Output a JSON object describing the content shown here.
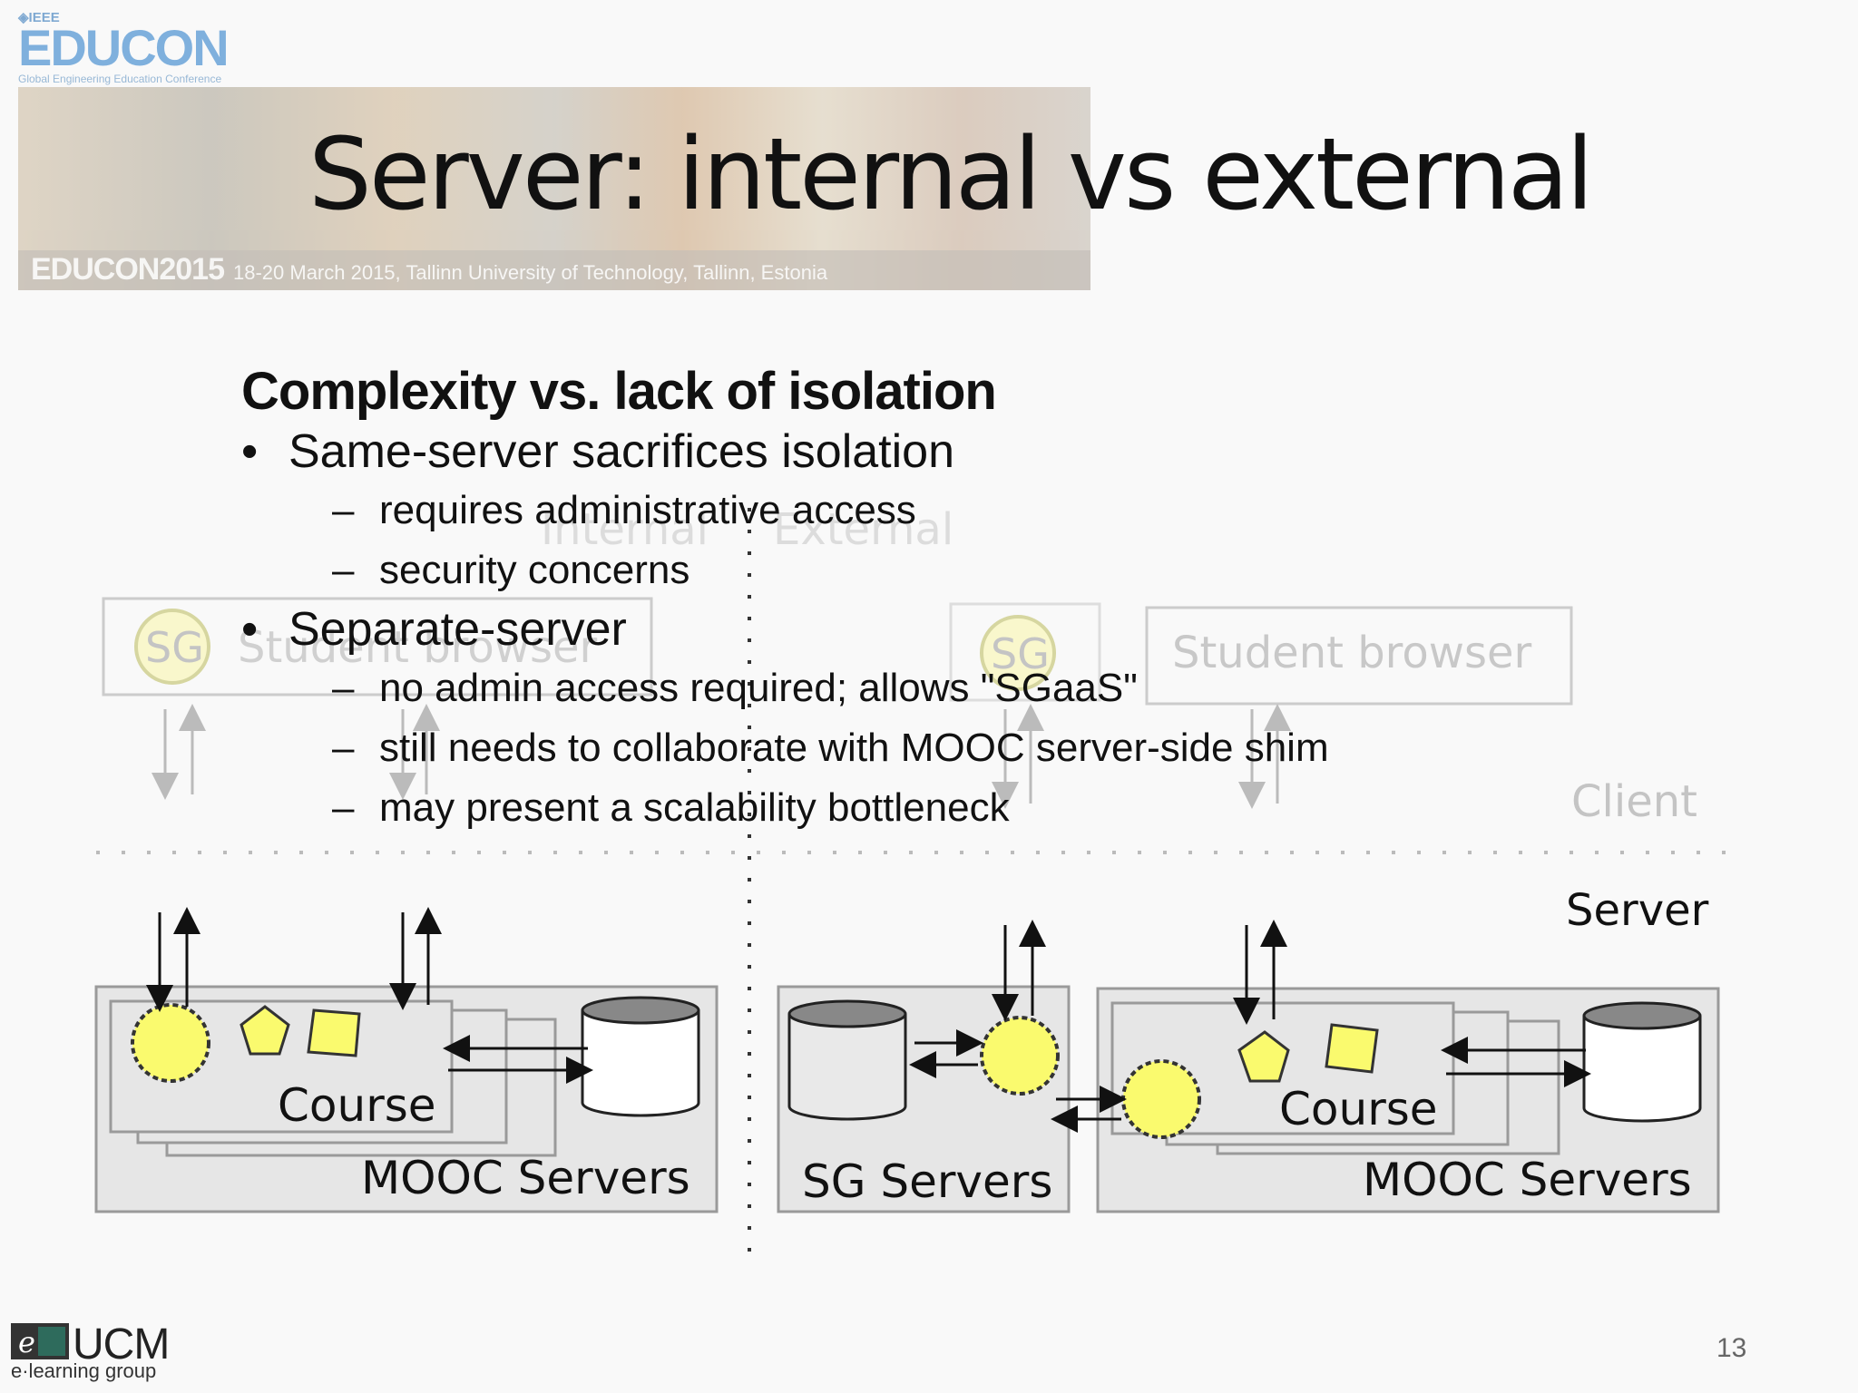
{
  "header": {
    "logo_org": "◈IEEE",
    "logo_name": "EDUCON",
    "logo_sub": "Global Engineering Education Conference",
    "banner_caption_bold": "EDUCON2015",
    "banner_caption": "18-20 March 2015, Tallinn University of Technology, Tallinn, Estonia"
  },
  "slide": {
    "title": "Server: internal vs external",
    "heading": "Complexity vs. lack of isolation",
    "bullets": [
      {
        "text": "Same-server sacrifices isolation",
        "sub": [
          "requires administrative access",
          "security concerns"
        ]
      },
      {
        "text": "Separate-server",
        "sub": [
          "no admin access required; allows \"SGaaS\"",
          "still needs to collaborate with MOOC server-side shim",
          "may present a scalability bottleneck"
        ]
      }
    ],
    "page_number": "13"
  },
  "diagram": {
    "internal_label": "Internal",
    "external_label": "External",
    "sg_label": "SG",
    "student_browser_label": "Student browser",
    "client_label": "Client",
    "server_label": "Server",
    "course_label": "Course",
    "mooc_servers_label": "MOOC Servers",
    "sg_servers_label": "SG Servers"
  },
  "footer": {
    "logo_word": "UCM",
    "logo_sub": "e·learning group"
  }
}
